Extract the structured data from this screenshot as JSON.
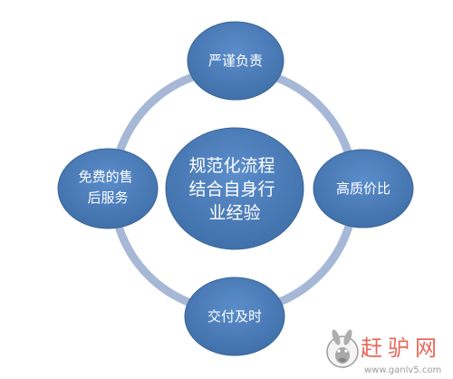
{
  "diagram": {
    "center": {
      "lines": [
        "规范化流程",
        "结合自身行",
        "业经验"
      ]
    },
    "nodes": {
      "top": {
        "lines": [
          "严谨负责"
        ]
      },
      "right": {
        "lines": [
          "高质价比"
        ]
      },
      "bottom": {
        "lines": [
          "交付及时"
        ]
      },
      "left": {
        "lines": [
          "免费的售",
          "后服务"
        ]
      }
    }
  },
  "watermark": {
    "brand": "赶驴网",
    "url": "www.ganlv5.com"
  },
  "colors": {
    "node_fill": "#4F81BD",
    "node_stroke": "#3A6595",
    "ring": "#A6B8D6",
    "watermark_red": "#E84C3D",
    "watermark_gray": "#8C8C8C"
  }
}
